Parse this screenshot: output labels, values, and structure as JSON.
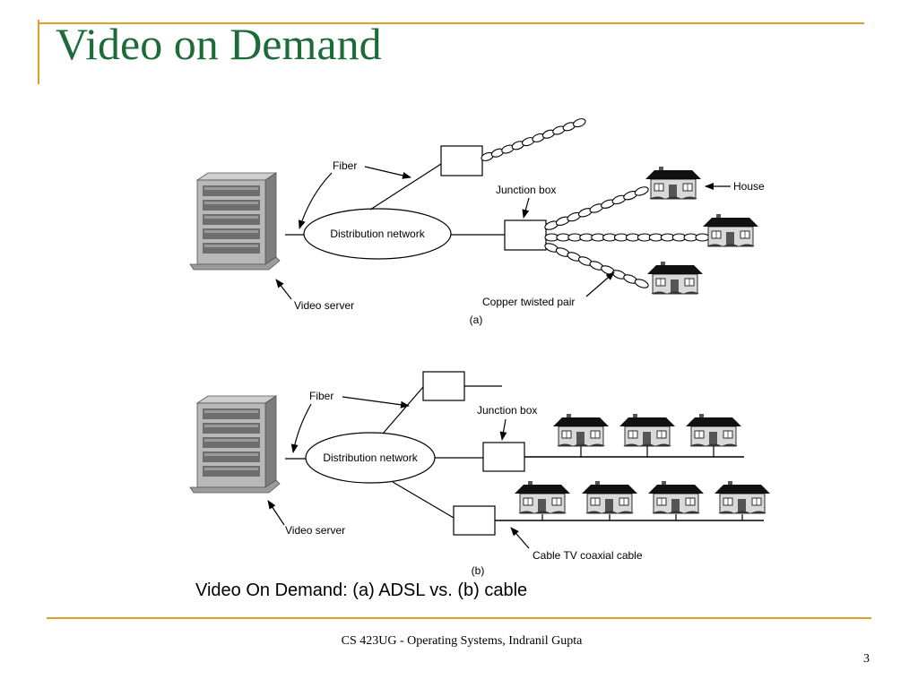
{
  "slide": {
    "title": "Video on Demand",
    "caption": "Video On Demand: (a) ADSL vs. (b) cable",
    "footer": "CS 423UG - Operating Systems, Indranil Gupta",
    "page_number": "3",
    "accent_color": "#d9a02a",
    "title_color": "#1e6b3a"
  },
  "diagram_a": {
    "fiber": "Fiber",
    "distribution_network": "Distribution network",
    "junction_box": "Junction box",
    "house": "House",
    "copper_twisted_pair": "Copper twisted pair",
    "video_server": "Video server",
    "panel_label": "(a)"
  },
  "diagram_b": {
    "fiber": "Fiber",
    "distribution_network": "Distribution network",
    "junction_box": "Junction box",
    "video_server": "Video server",
    "cable_tv_coaxial_cable": "Cable TV coaxial cable",
    "panel_label": "(b)"
  }
}
